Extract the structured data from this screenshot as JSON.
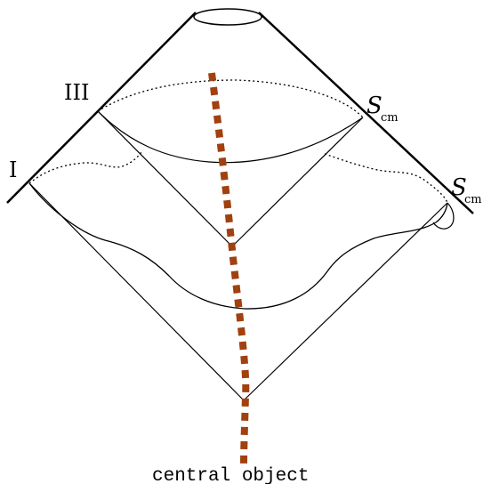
{
  "labels": {
    "left_lower": "I",
    "left_upper": "III",
    "right_upper_main": "S",
    "right_upper_sub": "cm",
    "right_lower_main": "S",
    "right_lower_sub": "cm",
    "caption": "central object"
  },
  "colors": {
    "lines": "#000000",
    "worldline": "#a0410f",
    "background": "#ffffff"
  }
}
